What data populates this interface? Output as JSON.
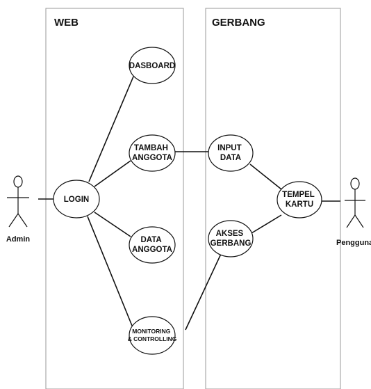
{
  "systems": {
    "web": {
      "title": "WEB"
    },
    "gerbang": {
      "title": "GERBANG"
    }
  },
  "actors": {
    "admin": {
      "name": "Admin"
    },
    "pengguna": {
      "name": "Pengguna"
    }
  },
  "use_cases": {
    "dasboard": {
      "lines": [
        "DASBOARD"
      ]
    },
    "tambah_anggota": {
      "lines": [
        "TAMBAH",
        "ANGGOTA"
      ]
    },
    "login": {
      "lines": [
        "LOGIN"
      ]
    },
    "data_anggota": {
      "lines": [
        "DATA",
        "ANGGOTA"
      ]
    },
    "monitoring": {
      "lines": [
        "MONITORING",
        "& CONTROLLING"
      ]
    },
    "input_data": {
      "lines": [
        "INPUT",
        "DATA"
      ]
    },
    "akses_gerbang": {
      "lines": [
        "AKSES",
        "GERBANG"
      ]
    },
    "tempel_kartu": {
      "lines": [
        "TEMPEL",
        "KARTU"
      ]
    }
  }
}
